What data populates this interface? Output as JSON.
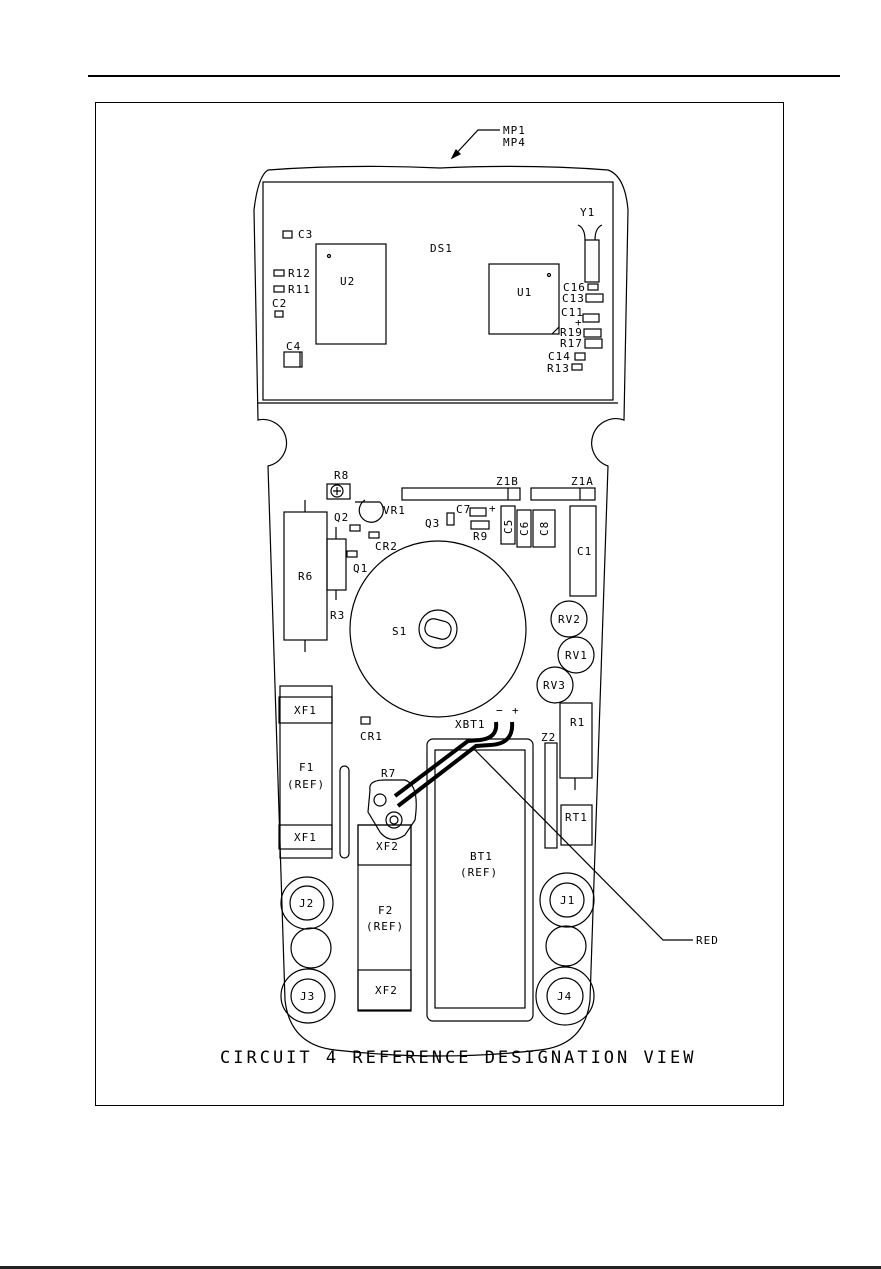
{
  "page": {
    "caption": "CIRCUIT 4 REFERENCE DESIGNATION VIEW"
  },
  "callouts": {
    "mp1": "MP1",
    "mp4": "MP4",
    "red": "RED"
  },
  "labels": {
    "C3": "C3",
    "DS1": "DS1",
    "Y1": "Y1",
    "U2": "U2",
    "U1": "U1",
    "R12": "R12",
    "R11": "R11",
    "C2": "C2",
    "C4": "C4",
    "C16": "C16",
    "C13": "C13",
    "C11": "C11",
    "R19": "R19",
    "R17": "R17",
    "C14": "C14",
    "R13": "R13",
    "R8": "R8",
    "VR1": "VR1",
    "Q2": "Q2",
    "Q1": "Q1",
    "CR2": "CR2",
    "Q3": "Q3",
    "C7": "C7",
    "R9": "R9",
    "Z1B": "Z1B",
    "Z1A": "Z1A",
    "C5": "C5",
    "C6": "C6",
    "C8": "C8",
    "C1": "C1",
    "R6": "R6",
    "R3": "R3",
    "S1": "S1",
    "RV2": "RV2",
    "RV1": "RV1",
    "RV3": "RV3",
    "R1": "R1",
    "XF1_top": "XF1",
    "F1": "F1",
    "F1_ref": "(REF)",
    "XF1_bot": "XF1",
    "CR1": "CR1",
    "XBT1": "XBT1",
    "minus": "−",
    "plus": "+",
    "Z2": "Z2",
    "R7": "R7",
    "RT1": "RT1",
    "XF2_top": "XF2",
    "F2": "F2",
    "F2_ref": "(REF)",
    "XF2_bot": "XF2",
    "BT1": "BT1",
    "BT1_ref": "(REF)",
    "J1": "J1",
    "J2": "J2",
    "J3": "J3",
    "J4": "J4",
    "C11_plus": "+",
    "C7_plus": "+"
  }
}
